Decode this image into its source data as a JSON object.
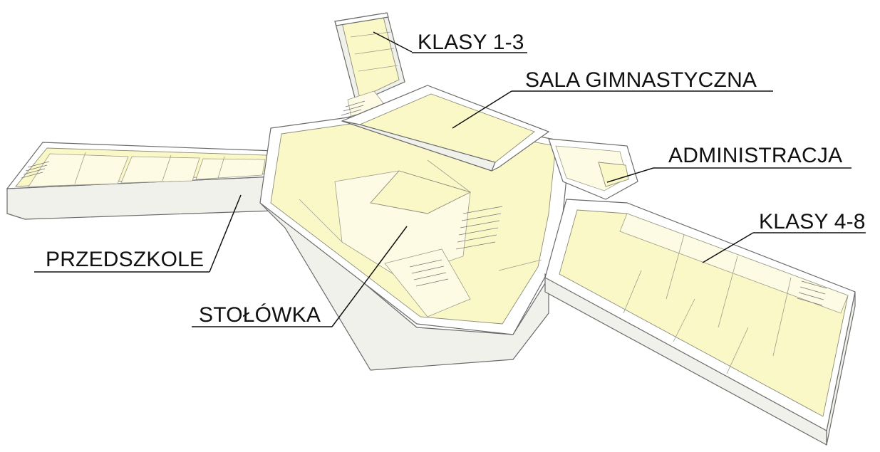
{
  "colors": {
    "floor": "#fbf8c8",
    "floor_light": "#fdfbe3",
    "wall": "#ffffff",
    "edge": "#6b6b6b",
    "text": "#111111"
  },
  "labels": {
    "klasy_1_3": "KLASY 1-3",
    "sala_gimnastyczna": "SALA GIMNASTYCZNA",
    "administracja": "ADMINISTRACJA",
    "klasy_4_8": "KLASY 4-8",
    "przedszkole": "PRZEDSZKOLE",
    "stolowka": "STOŁÓWKA"
  }
}
